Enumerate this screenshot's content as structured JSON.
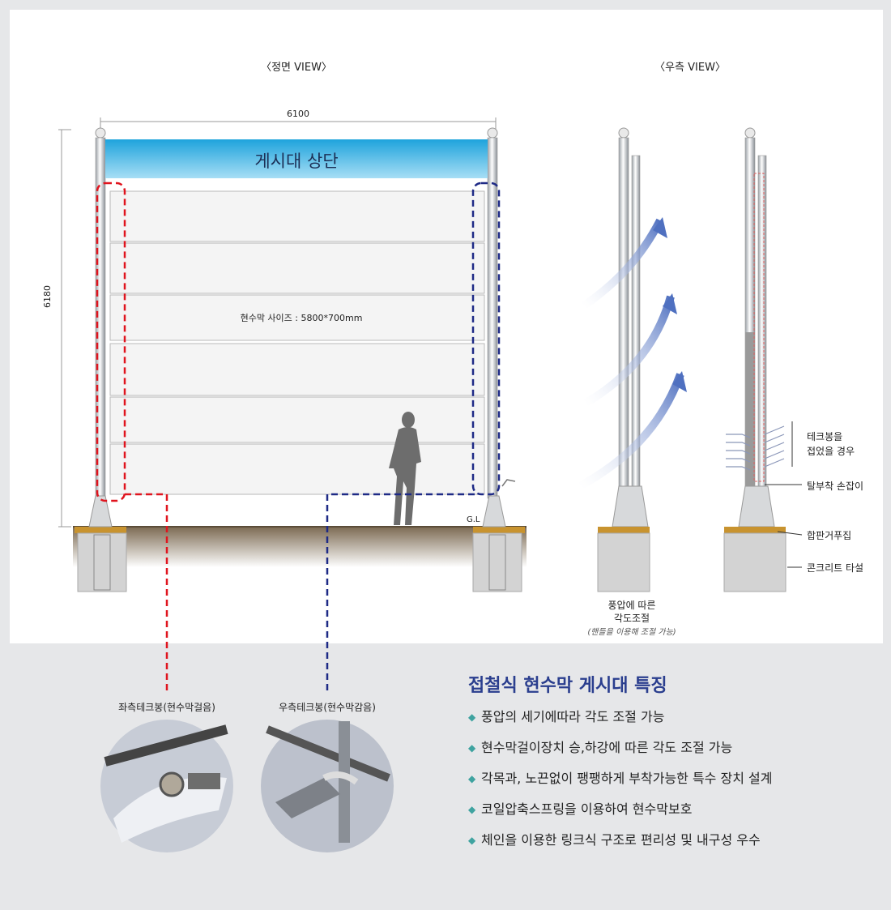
{
  "views": {
    "front_title": "〈정면 VIEW〉",
    "side_title": "〈우측 VIEW〉"
  },
  "dimensions": {
    "width": "6100",
    "height": "6180"
  },
  "front": {
    "banner_text": "게시대 상단",
    "membrane_size": "현수막 사이즈 : 5800*700mm",
    "ground_label": "G.L"
  },
  "side": {
    "wind_caption_1": "풍압에 따른",
    "wind_caption_2": "각도조절",
    "wind_note": "(핸들을 이용해 조절 가능)",
    "callouts": {
      "folded_1": "테크봉을",
      "folded_2": "접었을 경우",
      "handle": "탈부착 손잡이",
      "plywood": "합판거푸집",
      "concrete": "콘크리트 타설"
    }
  },
  "photos": {
    "left_caption": "좌측테크봉(현수막걸음)",
    "right_caption": "우측테크봉(현수막감음)"
  },
  "features": {
    "title": "접철식 현수막 게시대 특징",
    "items": [
      "풍압의 세기에따라 각도 조절 가능",
      "현수막걸이장치 승,하강에 따른 각도 조절 가능",
      "각목과, 노끈없이 팽팽하게 부착가능한 특수 장치 설계",
      "코일압축스프링을 이용하여 현수막보호",
      "체인을 이용한 링크식 구조로 편리성 및 내구성 우수"
    ]
  },
  "colors": {
    "panel_bg": "#ffffff",
    "outer_bg": "#e6e7e9",
    "title_blue": "#2a3e8e",
    "bullet": "#3fa3a0",
    "banner_top": "#1ea3dc",
    "banner_bottom": "#8fd6f3",
    "left_dash": "#e0141e",
    "right_dash": "#1e2a86",
    "wind_arrow": "#5b7cc8",
    "footing_wood": "#c8932f",
    "concrete": "#cfcfcf",
    "ground": "#8b7a62"
  }
}
